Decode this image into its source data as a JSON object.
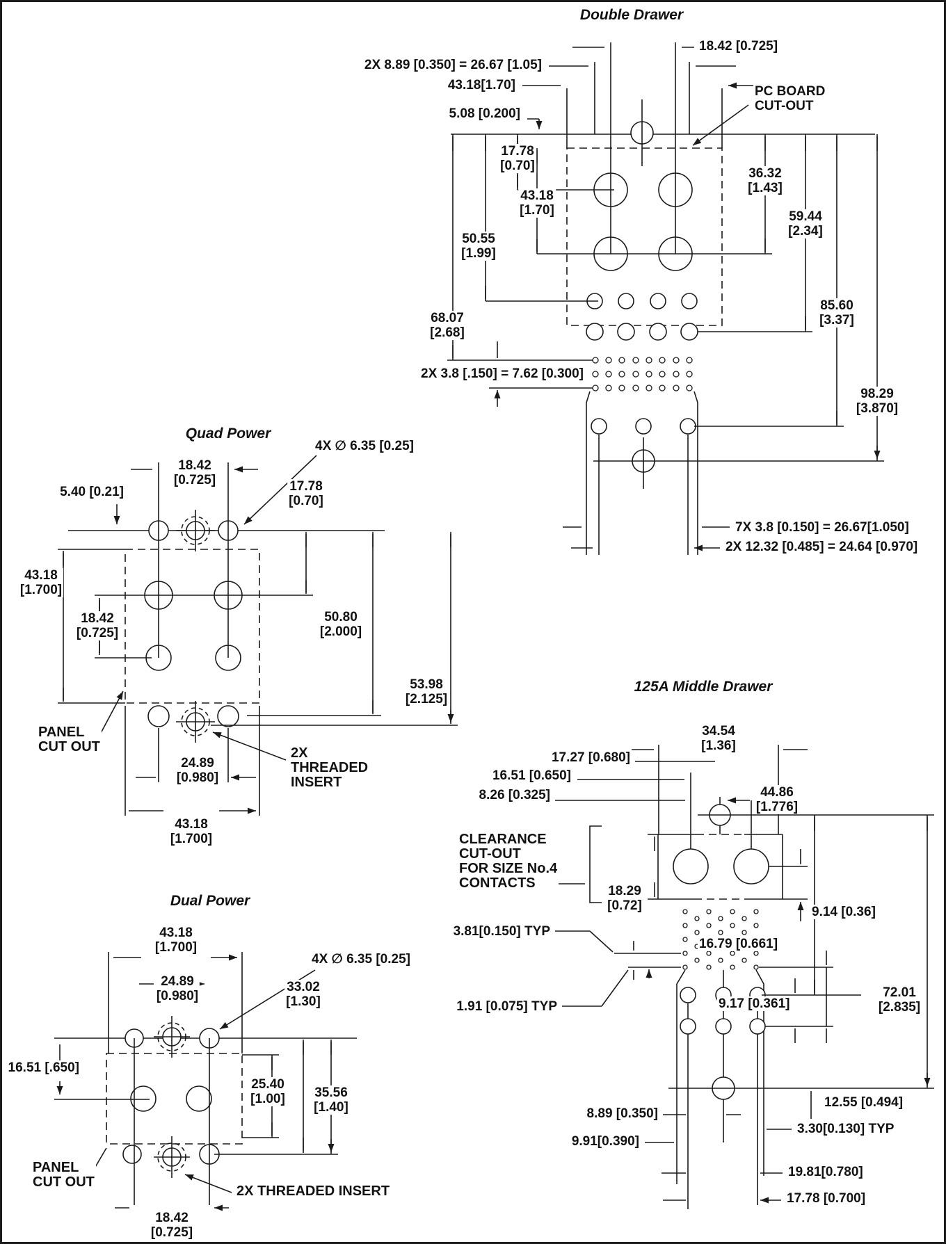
{
  "drawing": {
    "double_drawer": {
      "title": "Double Drawer",
      "dims": {
        "d_1842": "18.42  [0.725]",
        "d_2x889": "2X 8.89 [0.350] =  26.67 [1.05]",
        "d_4318": "43.18[1.70]",
        "d_508": "5.08 [0.200]",
        "pc_board": "PC BOARD\nCUT-OUT",
        "d_1778": "17.78\n[0.70]",
        "d_3632": "36.32\n[1.43]",
        "d_4318b": "43.18\n[1.70]",
        "d_5944": "59.44\n[2.34]",
        "d_5055": "50.55\n[1.99]",
        "d_8560": "85.60\n[3.37]",
        "d_6807": "68.07\n[2.68]",
        "d_2x38": "2X 3.8 [.150] =  7.62 [0.300]",
        "d_9829": "98.29\n[3.870]",
        "d_7x38": "7X 3.8 [0.150] =  26.67[1.050]",
        "d_2x1232": "2X 12.32 [0.485] =  24.64 [0.970]"
      }
    },
    "quad_power": {
      "title": "Quad Power",
      "dims": {
        "d_4x": "4X ∅ 6.35  [0.25]",
        "d_1842": "18.42\n[0.725]",
        "d_540": "5.40 [0.21]",
        "d_1778": "17.78\n[0.70]",
        "d_4318": "43.18\n[1.700]",
        "d_1842b": "18.42\n[0.725]",
        "d_5080": "50.80\n[2.000]",
        "d_5398": "53.98\n[2.125]",
        "panel": "PANEL\nCUT OUT",
        "d_2489": "24.89\n[0.980]",
        "insert": "2X\nTHREADED\nINSERT",
        "d_4318b": "43.18\n[1.700]"
      }
    },
    "dual_power": {
      "title": "Dual Power",
      "dims": {
        "d_4318": "43.18\n[1.700]",
        "d_4x": "4X ∅ 6.35 [0.25]",
        "d_2489": "24.89\n[0.980]",
        "d_3302": "33.02\n[1.30]",
        "d_1651": "16.51 [.650]",
        "d_2540": "25.40\n[1.00]",
        "d_3556": "35.56\n[1.40]",
        "panel": "PANEL\nCUT OUT",
        "insert": "2X THREADED INSERT",
        "d_1842": "18.42\n[0.725]"
      }
    },
    "middle_drawer": {
      "title": "125A Middle Drawer",
      "dims": {
        "d_3454": "34.54\n[1.36]",
        "d_1727": "17.27 [0.680]",
        "d_1651": "16.51 [0.650]",
        "d_826": "8.26 [0.325]",
        "clearance": "CLEARANCE\nCUT-OUT\nFOR SIZE No.4\nCONTACTS",
        "d_1829": "18.29\n[0.72]",
        "d_914": "9.14  [0.36]",
        "d_4486": "44.86\n[1.776]",
        "d_381": "3.81[0.150] TYP",
        "d_1679": "16.79 [0.661]",
        "d_7201": "72.01\n[2.835]",
        "d_191": "1.91 [0.075] TYP",
        "d_917": "9.17  [0.361]",
        "d_1255": "12.55 [0.494]",
        "d_889": "8.89 [0.350]",
        "d_991": "9.91[0.390]",
        "d_330": "3.30[0.130] TYP",
        "d_1981": "19.81[0.780]",
        "d_1778": "17.78 [0.700]"
      }
    }
  }
}
